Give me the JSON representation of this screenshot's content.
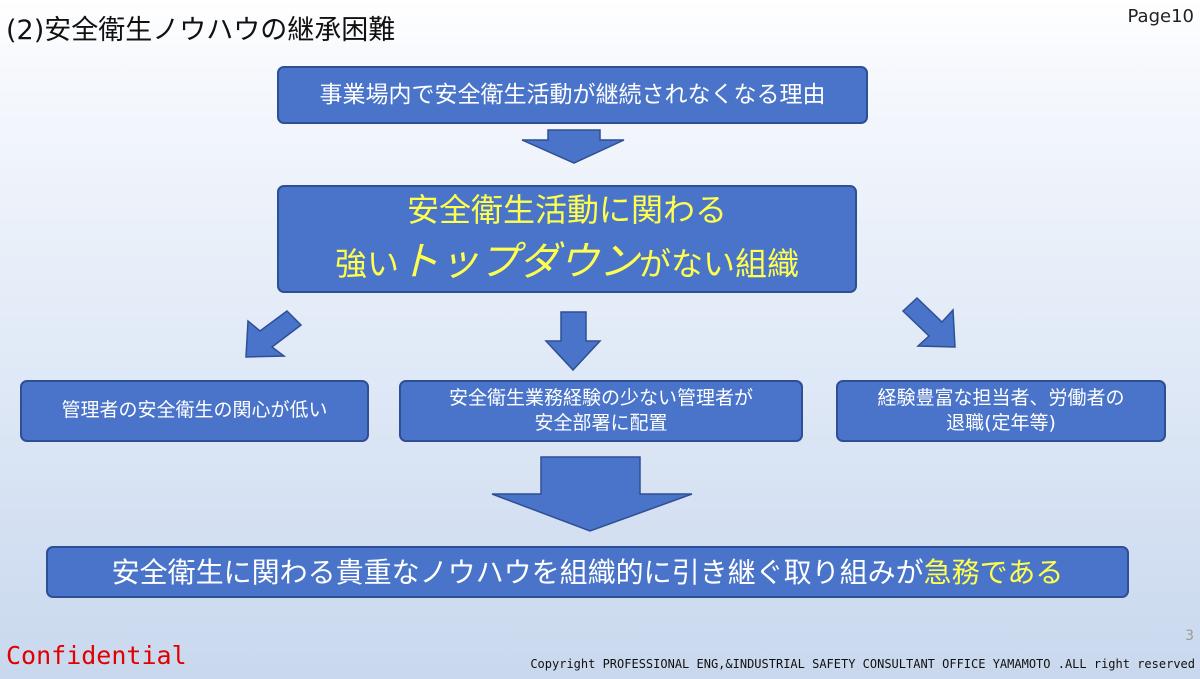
{
  "slide": {
    "title": "(2)安全衛生ノウハウの継承困難",
    "page_label": "Page10",
    "slide_number": "3"
  },
  "top_box": {
    "text": "事業場内で安全衛生活動が継続されなくなる理由"
  },
  "center_box": {
    "line1": "安全衛生活動に関わる",
    "line2_pre": "強い",
    "line2_highlight": "トップダウン",
    "line2_post": "がない組織"
  },
  "reasons": [
    {
      "lines": [
        "管理者の安全衛生の関心が低い"
      ]
    },
    {
      "lines": [
        "安全衛生業務経験の少ない管理者が",
        "安全部署に配置"
      ]
    },
    {
      "lines": [
        "経験豊富な担当者、労働者の",
        "退職(定年等)"
      ]
    }
  ],
  "conclusion": {
    "text_main": "安全衛生に関わる貴重なノウハウを組織的に引き継ぐ取り組みが",
    "text_emphasis": "急務である"
  },
  "footer": {
    "confidential": "Confidential",
    "copyright": "Copyright PROFESSIONAL ENG,&INDUSTRIAL SAFETY CONSULTANT OFFICE YAMAMOTO .ALL right reserved"
  },
  "colors": {
    "box_fill": "#4a74c9",
    "box_border": "#2e4f93",
    "highlight_text": "#ffff4d",
    "confidential": "#e00000"
  }
}
